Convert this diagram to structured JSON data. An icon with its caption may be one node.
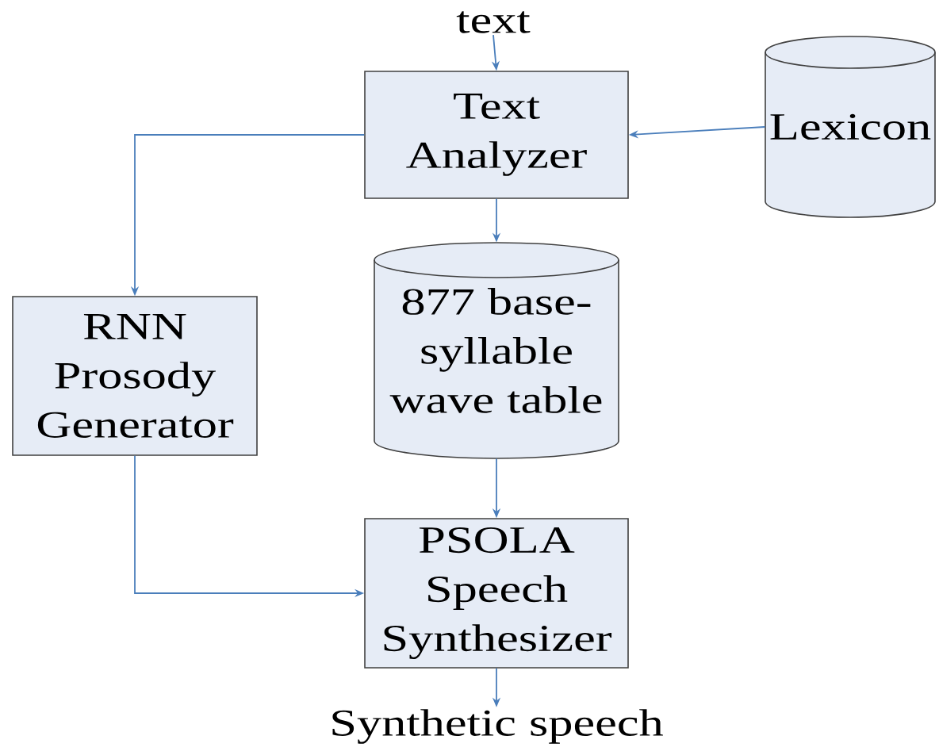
{
  "diagram": {
    "nodes": [
      {
        "text": [
          "text"
        ]
      },
      {
        "text": [
          "Text Analyzer"
        ]
      },
      {
        "text": [
          "Lexicon"
        ]
      },
      {
        "text": [
          "RNN Prosody Generator"
        ]
      },
      {
        "text": [
          "877 base-syllable wave table"
        ]
      },
      {
        "text": [
          "PSOLA Speech Synthesizer"
        ]
      },
      {
        "text": [
          "Synthetic speech"
        ]
      }
    ],
    "edges": [
      {
        "from": 0,
        "to": 1,
        "arrow": "to"
      },
      {
        "from": 2,
        "to": 1,
        "arrow": "to"
      },
      {
        "from": 1,
        "to": 3,
        "arrow": "to"
      },
      {
        "from": 1,
        "to": 4,
        "arrow": "to"
      },
      {
        "from": 4,
        "to": 5,
        "arrow": "to"
      },
      {
        "from": 3,
        "to": 5,
        "arrow": "to"
      },
      {
        "from": 5,
        "to": 6,
        "arrow": "to"
      }
    ]
  }
}
